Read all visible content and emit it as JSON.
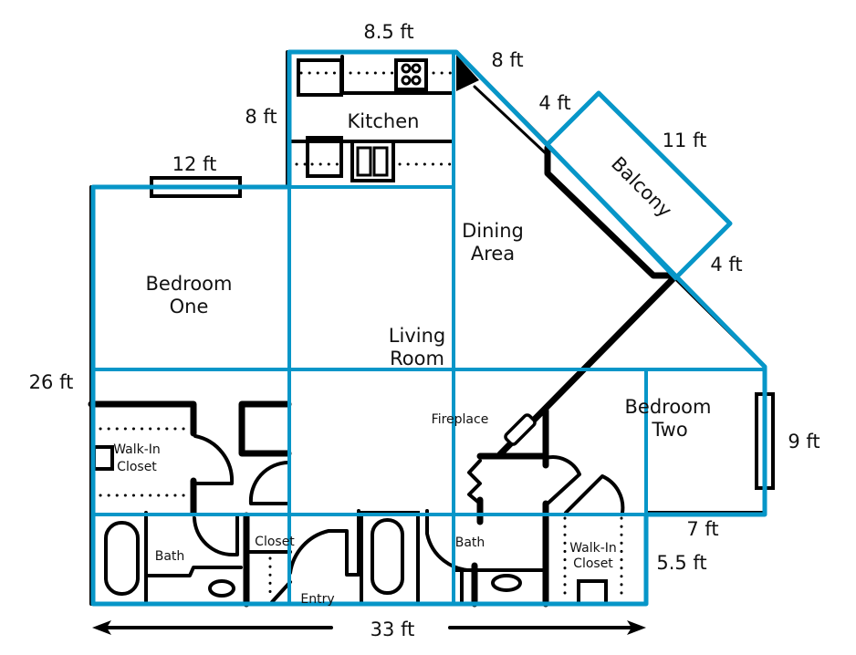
{
  "title": "Apartment Floor Plan",
  "colors": {
    "wall": "#000000",
    "grid_overlay": "#0796c8",
    "background": "#ffffff"
  },
  "rooms": {
    "kitchen": "Kitchen",
    "dining_line1": "Dining",
    "dining_line2": "Area",
    "bedroom_one_line1": "Bedroom",
    "bedroom_one_line2": "One",
    "living_line1": "Living",
    "living_line2": "Room",
    "bedroom_two_line1": "Bedroom",
    "bedroom_two_line2": "Two",
    "balcony": "Balcony",
    "walkin_left_line1": "Walk-In",
    "walkin_left_line2": "Closet",
    "bath_left": "Bath",
    "closet": "Closet",
    "entry": "Entry",
    "bath_right": "Bath",
    "walkin_right_line1": "Walk-In",
    "walkin_right_line2": "Closet",
    "fireplace": "Fireplace"
  },
  "dimensions": {
    "kitchen_width": "8.5 ft",
    "diagonal_top": "8 ft",
    "balcony_left": "4 ft",
    "balcony_length": "11 ft",
    "balcony_right": "4 ft",
    "kitchen_height": "8 ft",
    "bedroom_one_width": "12 ft",
    "total_height": "26 ft",
    "bedroom_two_height": "9 ft",
    "bedroom_two_bottom": "7 ft",
    "closet_height": "5.5 ft",
    "total_width": "33 ft"
  }
}
